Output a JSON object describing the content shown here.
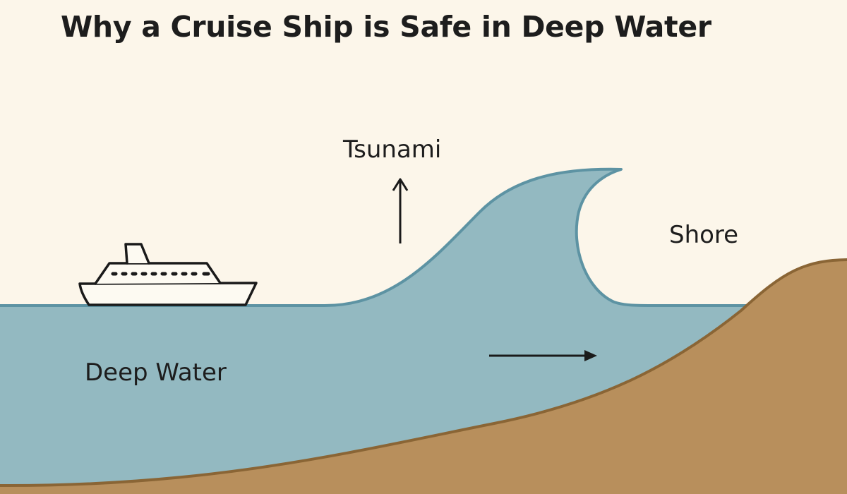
{
  "title": "Why a Cruise Ship is Safe in Deep Water",
  "labels": {
    "tsunami": "Tsunami",
    "shore": "Shore",
    "deep_water": "Deep Water"
  },
  "colors": {
    "background": "#fcf6ea",
    "water": "#93b9c1",
    "water_outline": "#5d93a3",
    "sand": "#b88f5c",
    "sand_outline": "#8a6535",
    "ink": "#1d1d1d"
  }
}
